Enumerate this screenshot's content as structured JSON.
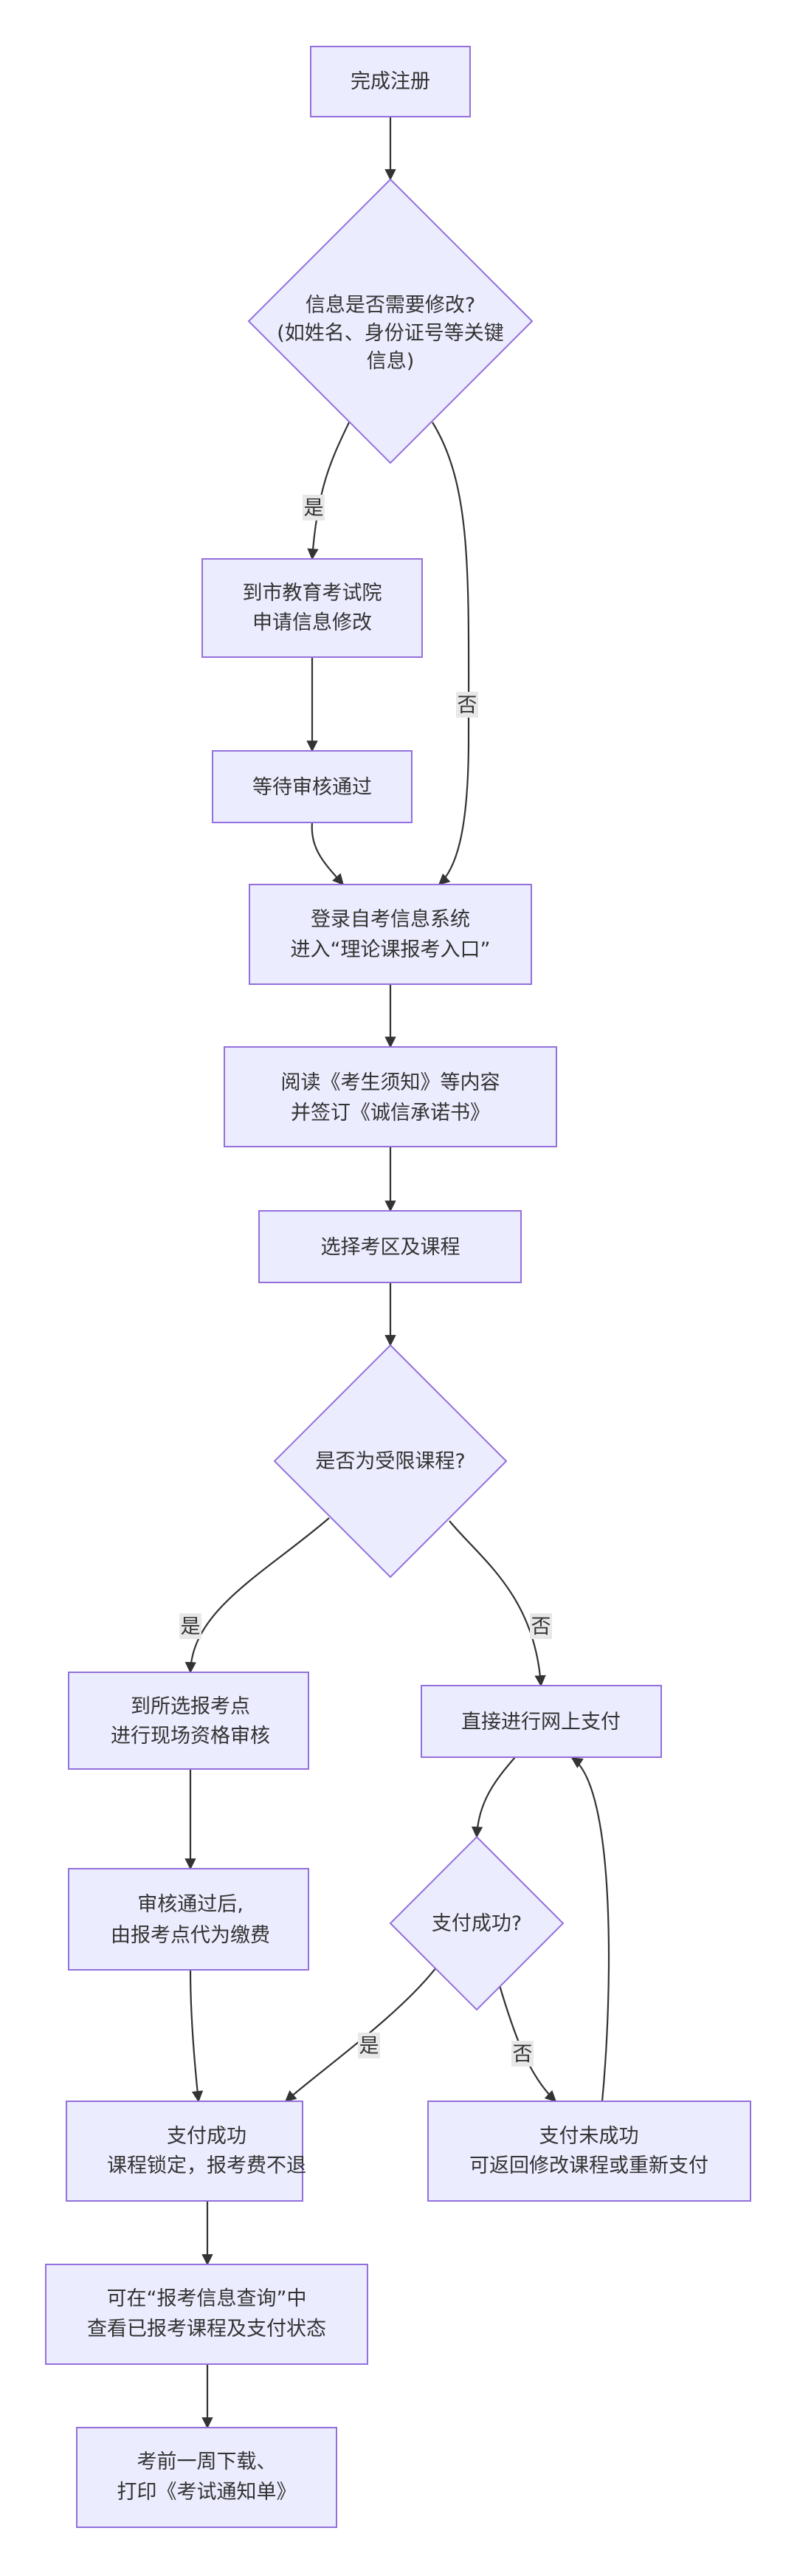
{
  "nodes": {
    "register": [
      "完成注册"
    ],
    "need_modify": [
      "信息是否需要修改?",
      "(如姓名、身份证号等关键",
      "信息)"
    ],
    "apply_modify": [
      "到市教育考试院",
      "申请信息修改"
    ],
    "wait_review": [
      "等待审核通过"
    ],
    "login": [
      "登录自考信息系统",
      "进入“理论课报考入口”"
    ],
    "read_notice": [
      "阅读《考生须知》等内容",
      "并签订《诚信承诺书》"
    ],
    "select_course": [
      "选择考区及课程"
    ],
    "restricted": [
      "是否为受限课程?"
    ],
    "onsite_review": [
      "到所选报考点",
      "进行现场资格审核"
    ],
    "pay_online": [
      "直接进行网上支付"
    ],
    "pay_success_q": [
      "支付成功?"
    ],
    "agent_pay": [
      "审核通过后,",
      "由报考点代为缴费"
    ],
    "paid": [
      "支付成功",
      "课程锁定，报考费不退"
    ],
    "unpaid": [
      "支付未成功",
      "可返回修改课程或重新支付"
    ],
    "query": [
      "可在“报考信息查询”中",
      "查看已报考课程及支付状态"
    ],
    "print": [
      "考前一周下载、",
      "打印《考试通知单》"
    ]
  },
  "edge_labels": {
    "yes": "是",
    "no": "否"
  },
  "colors": {
    "node_fill": "#ececff",
    "node_stroke": "#9370db",
    "edge": "#333333",
    "label_bg": "#e8e8e8",
    "text": "#333333"
  }
}
